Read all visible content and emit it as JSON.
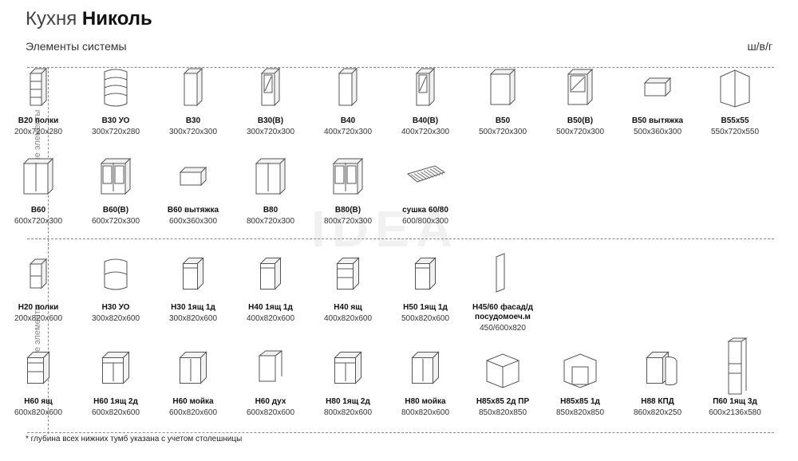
{
  "title": {
    "prefix": "Кухня",
    "name": "Николь"
  },
  "subtitle": "Элементы системы",
  "units": "ш/в/г",
  "sections": {
    "upper": "Верхние элементы",
    "lower": "Нижние элементы"
  },
  "watermark": "IDEA",
  "footnote": "* глубина всех нижних тумб указана с учетом столешницы",
  "upper_row1": [
    {
      "name": "B20 полки",
      "size": "200x720x280",
      "icon": "open-shelf-tall"
    },
    {
      "name": "B30 УО",
      "size": "300x720x280",
      "icon": "corner-shelf-tall"
    },
    {
      "name": "B30",
      "size": "300x720x300",
      "icon": "door-tall"
    },
    {
      "name": "B30(B)",
      "size": "300x720x300",
      "icon": "glass-door-tall"
    },
    {
      "name": "B40",
      "size": "400x720x300",
      "icon": "door-tall"
    },
    {
      "name": "B40(B)",
      "size": "400x720x300",
      "icon": "glass-door-tall"
    },
    {
      "name": "B50",
      "size": "500x720x300",
      "icon": "door-wide"
    },
    {
      "name": "B50(B)",
      "size": "500x720x300",
      "icon": "glass-door-wide"
    },
    {
      "name": "B50 вытяжка",
      "size": "500x360x300",
      "icon": "hood-box"
    },
    {
      "name": "B55x55",
      "size": "550x720x550",
      "icon": "corner-wall"
    }
  ],
  "upper_row2": [
    {
      "name": "B60",
      "size": "600x720x300",
      "icon": "double-door"
    },
    {
      "name": "B60(B)",
      "size": "600x720x300",
      "icon": "double-glass-door"
    },
    {
      "name": "B60 вытяжка",
      "size": "600x360x300",
      "icon": "hood-box"
    },
    {
      "name": "B80",
      "size": "800x720x300",
      "icon": "double-door"
    },
    {
      "name": "B80(B)",
      "size": "800x720x300",
      "icon": "double-glass-door"
    },
    {
      "name": "сушка 60/80",
      "size": "600/800x300",
      "icon": "dish-rack"
    }
  ],
  "lower_row1": [
    {
      "name": "H20 полки",
      "size": "200x820x600",
      "icon": "base-open-shelf"
    },
    {
      "name": "H30 УО",
      "size": "300x820x600",
      "icon": "base-corner-shelf"
    },
    {
      "name": "H30 1ящ 1д",
      "size": "300x820x600",
      "icon": "base-drawer-door"
    },
    {
      "name": "H40 1ящ 1д",
      "size": "400x820x600",
      "icon": "base-drawer-door"
    },
    {
      "name": "H40 ящ",
      "size": "400x820x600",
      "icon": "base-drawers"
    },
    {
      "name": "H50 1ящ 1д",
      "size": "500x820x600",
      "icon": "base-drawer-door"
    },
    {
      "name": "H45/60 фасад/д посудомоеч.м",
      "size": "450/600x820",
      "icon": "facade-panel"
    }
  ],
  "lower_row2": [
    {
      "name": "H60 ящ",
      "size": "600x820x600",
      "icon": "base-drawers"
    },
    {
      "name": "H60 1ящ 2д",
      "size": "600x820x600",
      "icon": "base-drawer-double"
    },
    {
      "name": "H60 мойка",
      "size": "600x820x600",
      "icon": "base-sink"
    },
    {
      "name": "H60 дух",
      "size": "600x820x600",
      "icon": "base-oven"
    },
    {
      "name": "H80 1ящ 2д",
      "size": "800x820x600",
      "icon": "base-drawer-double"
    },
    {
      "name": "H80 мойка",
      "size": "800x820x600",
      "icon": "base-sink"
    },
    {
      "name": "H85x85 2д ПР",
      "size": "850x820x850",
      "icon": "base-corner"
    },
    {
      "name": "H85x85 1д",
      "size": "850x820x850",
      "icon": "base-corner-one"
    },
    {
      "name": "H88 КПД",
      "size": "860x820x250",
      "icon": "base-with-shelf"
    },
    {
      "name": "П60 1ящ 3д",
      "size": "600x2136x580",
      "icon": "tall-pencil"
    }
  ]
}
